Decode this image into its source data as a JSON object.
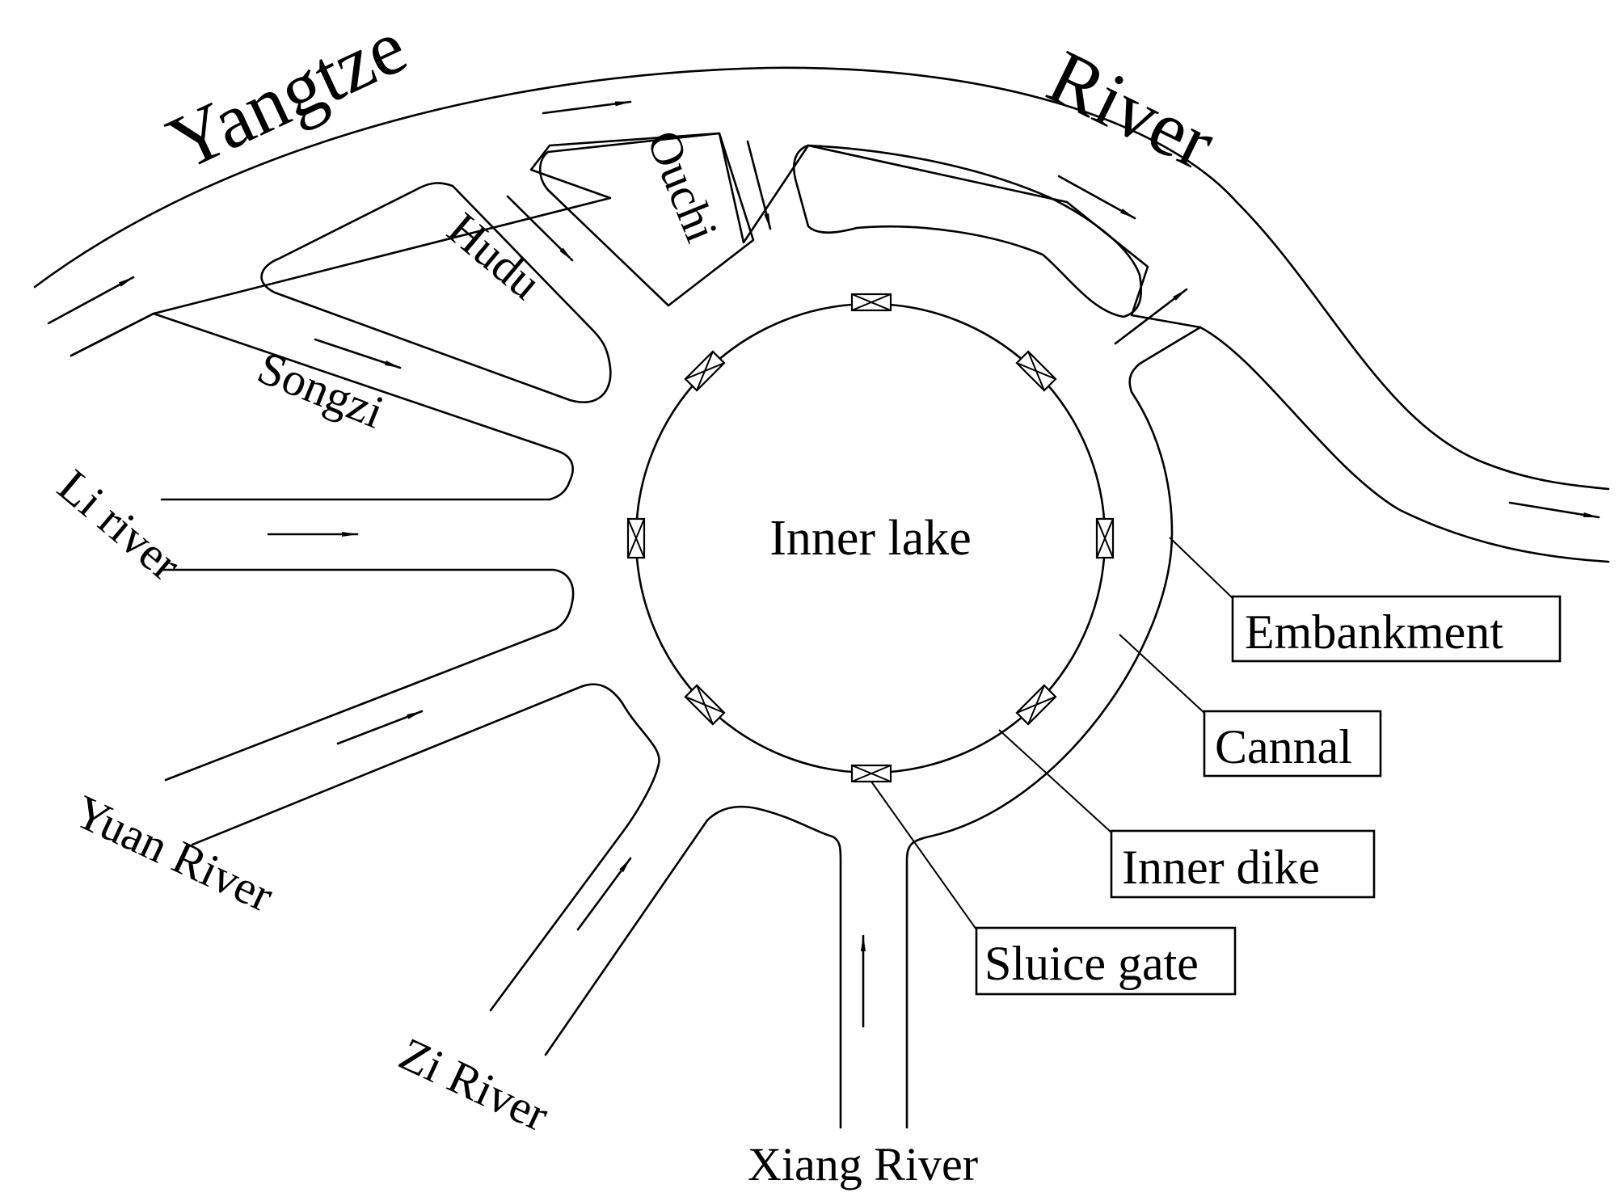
{
  "labels": {
    "yangtze": "Yangtze",
    "river": "River",
    "ouchi": "Ouchi",
    "hudu": "Hudu",
    "songzi": "Songzi",
    "li_river": "Li river",
    "yuan_river": "Yuan River",
    "zi_river": "Zi River",
    "xiang_river": "Xiang River",
    "inner_lake": "Inner lake"
  },
  "legend": {
    "embankment": "Embankment",
    "cannal": "Cannal",
    "inner_dike": "Inner dike",
    "sluice_gate": "Sluice gate"
  },
  "colors": {
    "line": "#000000",
    "background": "#ffffff"
  },
  "sluice_gate_count": 8
}
